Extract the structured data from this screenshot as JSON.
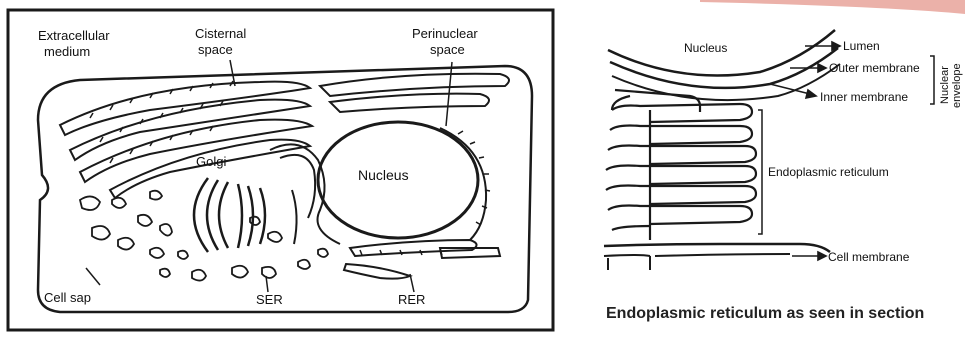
{
  "left_diagram": {
    "labels": {
      "extracellular": [
        "Extracellular",
        "medium"
      ],
      "cisternal": [
        "Cisternal",
        "space"
      ],
      "perinuclear": [
        "Perinuclear",
        "space"
      ],
      "golgi": "Golgi",
      "nucleus": "Nucleus",
      "cell_sap": "Cell sap",
      "ser": "SER",
      "rer": "RER"
    }
  },
  "right_diagram": {
    "labels": {
      "nucleus": "Nucleus",
      "lumen": "Lumen",
      "outer_membrane": "Outer membrane",
      "inner_membrane": "Inner membrane",
      "nuclear_envelope": [
        "Nuclear",
        "envelope"
      ],
      "er": "Endoplasmic reticulum",
      "cell_membrane": "Cell membrane"
    },
    "caption": "Endoplasmic reticulum as seen in section"
  },
  "colors": {
    "ink": "#1a1a1a",
    "accent_top_right": "#e8a39a"
  }
}
